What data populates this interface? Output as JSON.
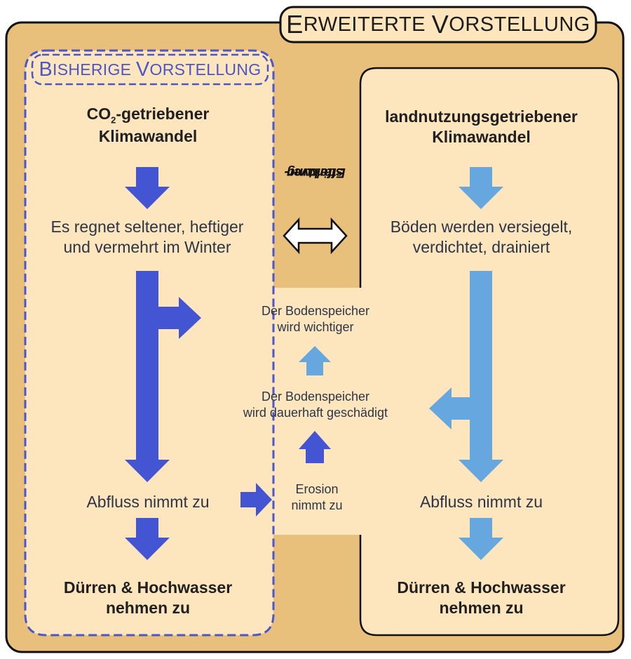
{
  "outer_title": {
    "first": "E",
    "rest": "RWEITERTE ",
    "first2": "V",
    "rest2": "ORSTELLUNG"
  },
  "inner_title": {
    "first": "B",
    "rest": "ISHERIGE ",
    "first2": "V",
    "rest2": "ORSTELLUNG"
  },
  "left": {
    "heading_line1_pre": "CO",
    "heading_line1_sub": "2",
    "heading_line1_post": "-getriebener",
    "heading_line2": "Klimawandel",
    "step1_line1": "Es regnet seltener, heftiger",
    "step1_line2": "und vermehrt im Winter",
    "step2": "Abfluss nimmt zu",
    "result_line1": "Dürren & Hochwasser",
    "result_line2": "nehmen zu"
  },
  "right": {
    "heading_line1": "landnutzungsgetriebener",
    "heading_line2": "Klimawandel",
    "step1_line1": "Böden werden versiegelt,",
    "step1_line2": "verdichtet, drainiert",
    "step2": "Abfluss nimmt zu",
    "result_line1": "Dürren & Hochwasser",
    "result_line2": "nehmen zu"
  },
  "center": {
    "effekt_line1": "Effektver-",
    "effekt_line2": "stärkung",
    "soil_important_line1": "Der Bodenspeicher",
    "soil_important_line2": "wird wichtiger",
    "soil_damaged_line1": "Der Bodenspeicher",
    "soil_damaged_line2": "wird dauerhaft geschädigt",
    "erosion_line1": "Erosion",
    "erosion_line2": "nimmt zu"
  },
  "colors": {
    "outer_fill": "#e9bf7c",
    "panel_fill": "#fde6bd",
    "dark_arrow": "#4455d4",
    "light_arrow": "#66a7e0",
    "inner_border": "#4a56c9"
  }
}
